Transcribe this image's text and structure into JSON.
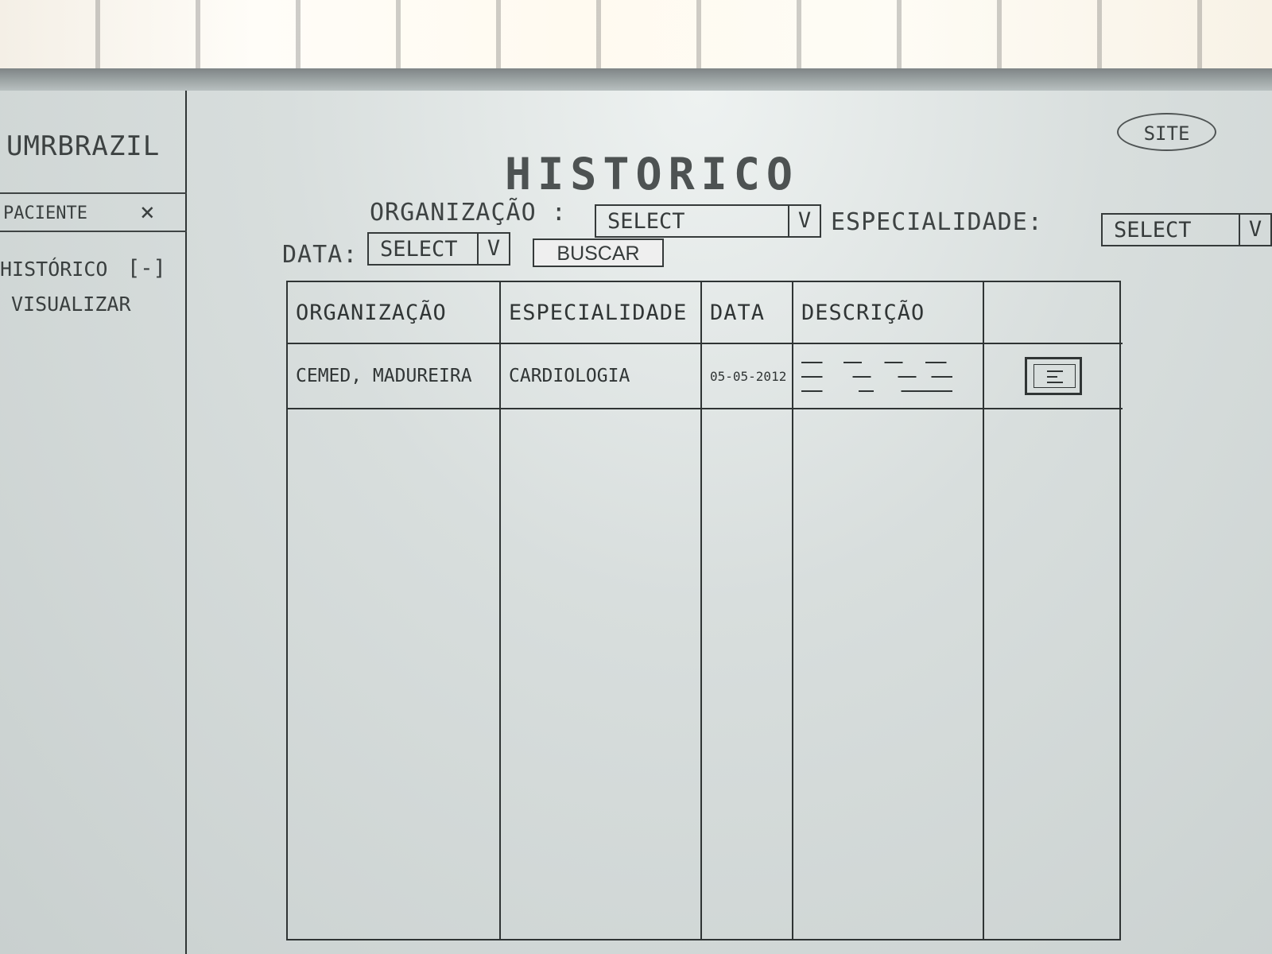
{
  "app": {
    "brand": "UMRBRAZIL",
    "title": "HISTORICO",
    "site_button": "SITE"
  },
  "sidebar": {
    "patient_label": "PACIENTE",
    "close_icon": "×",
    "history_label": "HISTÓRICO",
    "collapse_icon": "[-]",
    "view_label": "VISUALIZAR"
  },
  "filters": {
    "organization_label": "ORGANIZAÇÃO :",
    "organization_value": "SELECT",
    "specialty_label": "ESPECIALIDADE:",
    "specialty_value": "SELECT",
    "date_label": "DATA:",
    "date_value": "SELECT",
    "dropdown_icon": "V",
    "search_button": "BUSCAR"
  },
  "table": {
    "headers": [
      "ORGANIZAÇÃO",
      "ESPECIALIDADE",
      "DATA",
      "DESCRIÇÃO",
      ""
    ],
    "rows": [
      {
        "organization": "CEMED, MADUREIRA",
        "specialty": "CARDIOLOGIA",
        "date": "05-05-2012",
        "description": "",
        "action_icon": "document-icon"
      }
    ]
  }
}
